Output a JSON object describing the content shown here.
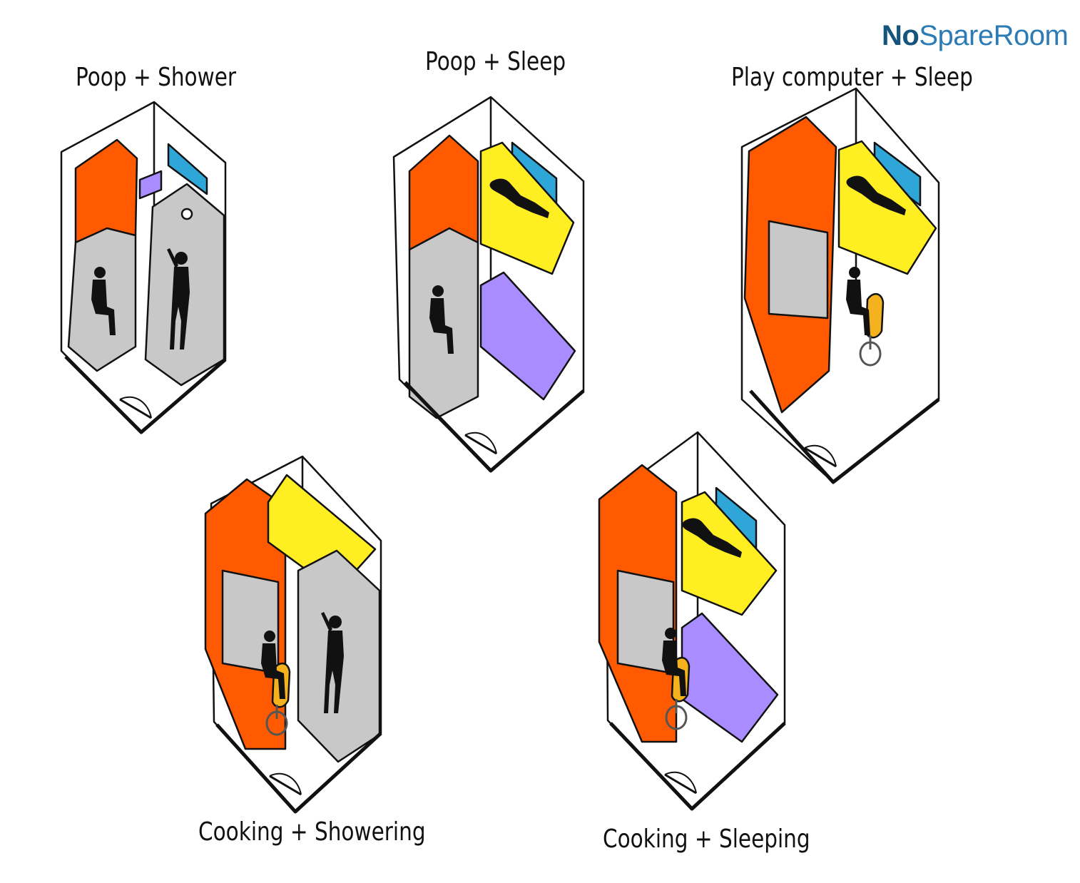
{
  "logo": {
    "part1": "No",
    "part2": "SpareRoom",
    "colors": {
      "primary": "#15547c",
      "secondary": "#2d7bb5"
    }
  },
  "panels": [
    {
      "id": "poop-shower",
      "caption": "Poop + Shower"
    },
    {
      "id": "poop-sleep",
      "caption": "Poop + Sleep"
    },
    {
      "id": "play-computer-sleep",
      "caption": "Play computer + Sleep"
    },
    {
      "id": "cooking-showering",
      "caption": "Cooking + Showering"
    },
    {
      "id": "cooking-sleeping",
      "caption": "Cooking + Sleeping"
    }
  ],
  "colors": {
    "cabinet": "#ff5a00",
    "bed": "#ffee22",
    "desk": "#a98cff",
    "shower": "#c8c8c8",
    "chair": "#f4b21f",
    "window": "#2fa6d8",
    "outline": "#111111"
  }
}
